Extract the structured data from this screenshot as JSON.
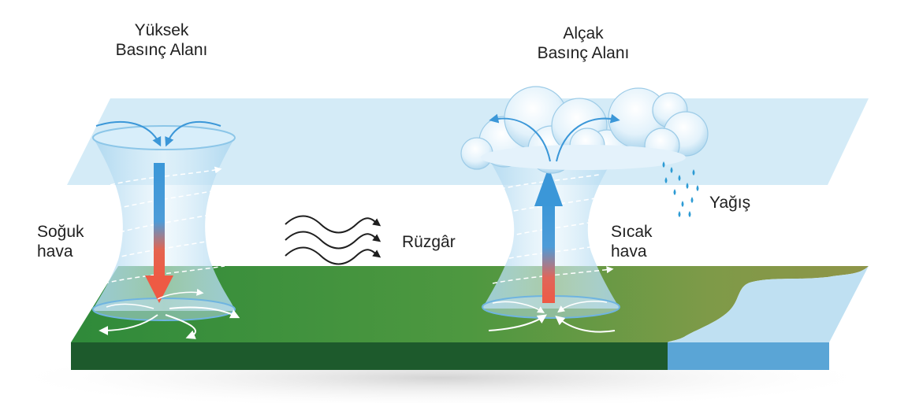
{
  "high_pressure": {
    "line1": "Yüksek",
    "line2": "Basınç Alanı"
  },
  "low_pressure": {
    "line1": "Alçak",
    "line2": "Basınç Alanı"
  },
  "cold_air": {
    "line1": "Soğuk",
    "line2": "hava"
  },
  "warm_air": {
    "line1": "Sıcak",
    "line2": "hava"
  },
  "wind": "Rüzgâr",
  "precipitation": "Yağış",
  "colors": {
    "upper_layer": "#cfe9f6",
    "land_top": "#3f8f3c",
    "land_front": "#1d5a2c",
    "sea": "#bfe0f2",
    "sea_front": "#5aa5d6",
    "column": "#9fd0ee",
    "arrow_blue": "#3b97d8",
    "arrow_red": "#ee5a44",
    "rain": "#2d9bd4"
  }
}
